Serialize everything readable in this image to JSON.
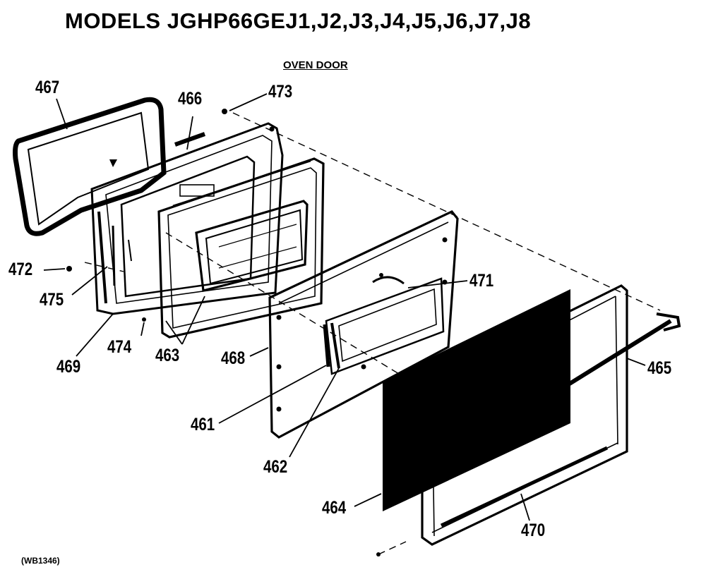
{
  "header": {
    "title": "MODELS JGHP66GEJ1,J2,J3,J4,J5,J6,J7,J8",
    "subtitle": "OVEN DOOR"
  },
  "footer": {
    "code": "(WB1346)"
  },
  "parts": [
    {
      "id": "p467",
      "label": "467"
    },
    {
      "id": "p466",
      "label": "466"
    },
    {
      "id": "p473",
      "label": "473"
    },
    {
      "id": "p472",
      "label": "472"
    },
    {
      "id": "p475",
      "label": "475"
    },
    {
      "id": "p469",
      "label": "469"
    },
    {
      "id": "p474",
      "label": "474"
    },
    {
      "id": "p463",
      "label": "463"
    },
    {
      "id": "p471",
      "label": "471"
    },
    {
      "id": "p468",
      "label": "468"
    },
    {
      "id": "p465",
      "label": "465"
    },
    {
      "id": "p461",
      "label": "461"
    },
    {
      "id": "p462",
      "label": "462"
    },
    {
      "id": "p464",
      "label": "464"
    },
    {
      "id": "p470",
      "label": "470"
    }
  ]
}
